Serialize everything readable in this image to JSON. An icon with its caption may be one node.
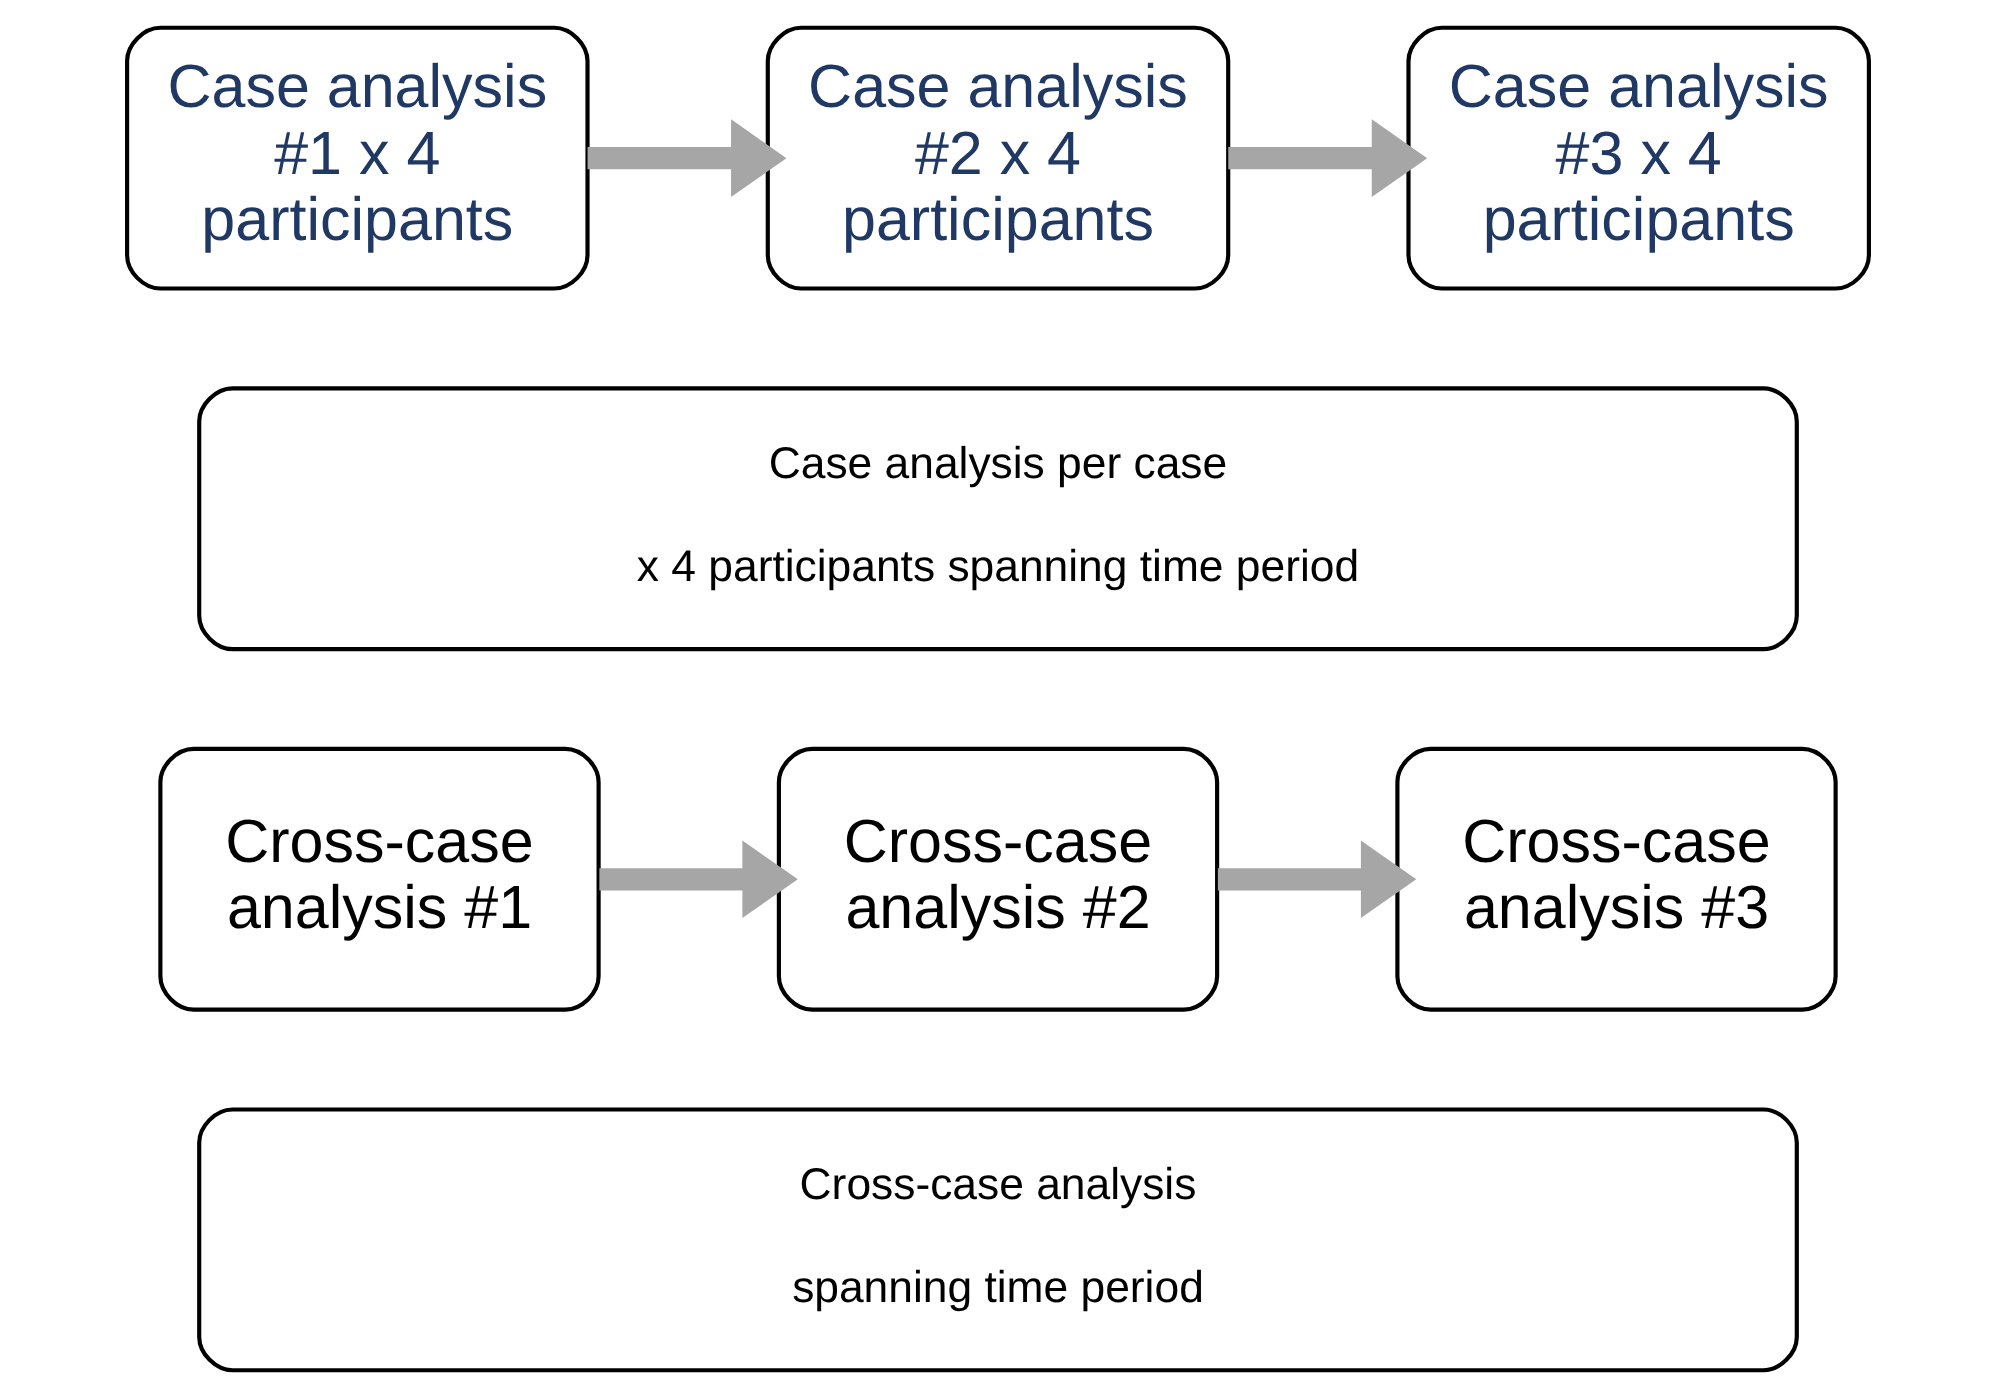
{
  "diagram": {
    "nodes": [
      {
        "text": [
          "Case analysis #1 x 4 participants"
        ]
      },
      {
        "text": [
          "Case analysis #2 x 4 participants"
        ]
      },
      {
        "text": [
          "Case analysis #3 x 4 participants"
        ]
      },
      {
        "text": [
          "Case analysis per case",
          "x 4 participants spanning time period"
        ]
      },
      {
        "text": [
          "Cross-case analysis #1"
        ]
      },
      {
        "text": [
          "Cross-case analysis #2"
        ]
      },
      {
        "text": [
          "Cross-case analysis #3"
        ]
      },
      {
        "text": [
          "Cross-case analysis",
          "spanning time period"
        ]
      }
    ],
    "edges": [
      {
        "from": 0,
        "to": 1,
        "arrow": "to"
      },
      {
        "from": 1,
        "to": 2,
        "arrow": "to"
      },
      {
        "from": 4,
        "to": 5,
        "arrow": "to"
      },
      {
        "from": 5,
        "to": 6,
        "arrow": "to"
      }
    ]
  }
}
